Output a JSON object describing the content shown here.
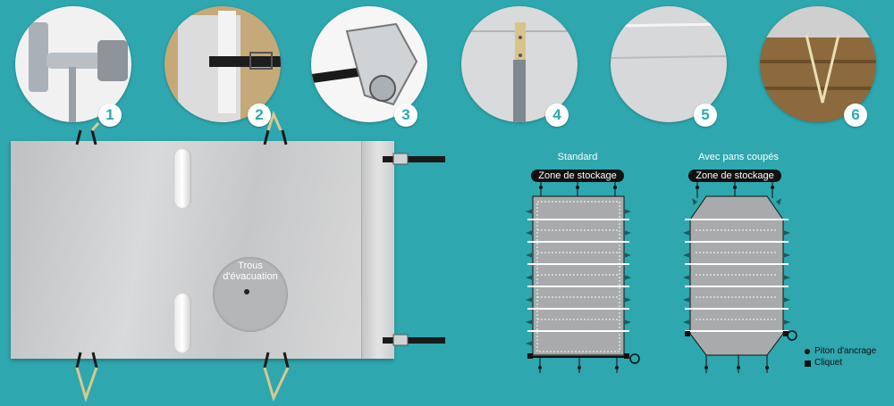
{
  "steps": [
    "1",
    "2",
    "3",
    "4",
    "5",
    "6"
  ],
  "cover": {
    "drain_label": "Trous\nd'évacuation"
  },
  "diagrams": {
    "standard": {
      "title": "Standard",
      "zone": "Zone de stockage"
    },
    "cut": {
      "title": "Avec pans coupés",
      "zone": "Zone de stockage"
    }
  },
  "legend": {
    "piton": "Piton d'ancrage",
    "cliquet": "Cliquet"
  },
  "colors": {
    "background": "#2ea7ae",
    "cover": "#c8c9ca",
    "strap": "#222222"
  }
}
